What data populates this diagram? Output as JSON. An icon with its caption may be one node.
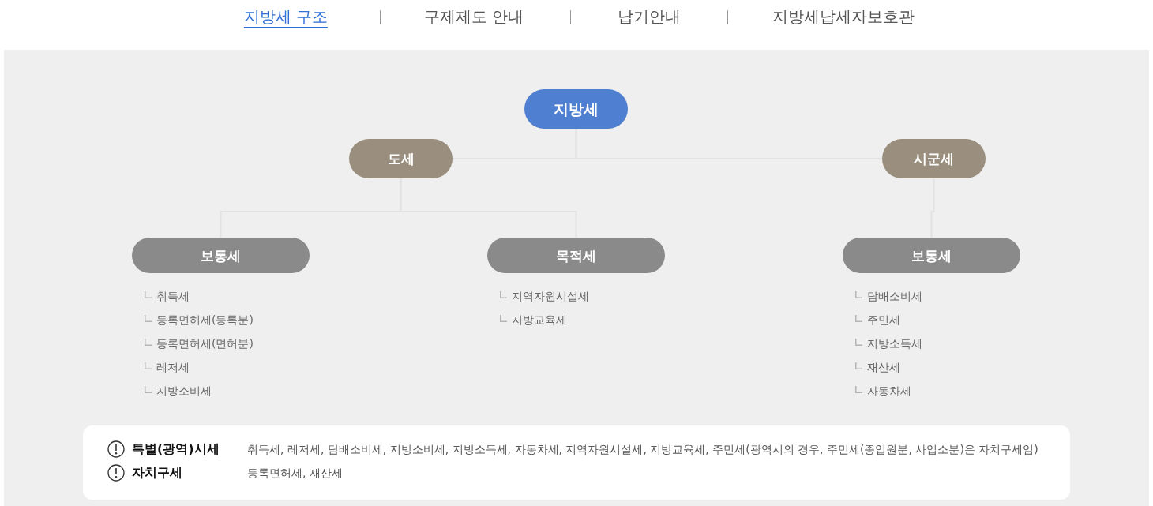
{
  "diagram": {
    "nodes": [
      {
        "text": [
          "지방세"
        ]
      },
      {
        "text": [
          "도세"
        ]
      },
      {
        "text": [
          "시군세"
        ]
      },
      {
        "text": [
          "보통세"
        ],
        "beside": [
          "취득세",
          "등록면허세(등록분)",
          "등록면허세(면허분)",
          "레저세",
          "지방소비세"
        ]
      },
      {
        "text": [
          "목적세"
        ],
        "beside": [
          "지역자원시설세",
          "지방교육세"
        ]
      },
      {
        "text": [
          "보통세"
        ],
        "beside": [
          "담배소비세",
          "주민세",
          "지방소득세",
          "재산세",
          "자동차세"
        ]
      },
      {
        "text": [
          "특별(광역)시세",
          "취득세, 레저세, 담배소비세, 지방소비세, 지방소득세, 자동차세, 지역자원시설세, 지방교육세, 주민세(광역시의 경우, 주민세(종업원분, 사업소분)은 자치구세임)",
          "자치구세",
          "등록면허세, 재산세"
        ]
      }
    ],
    "edges": [
      {
        "from": 0,
        "to": 1,
        "arrow": "none"
      },
      {
        "from": 0,
        "to": 2,
        "arrow": "none"
      },
      {
        "from": 1,
        "to": 3,
        "arrow": "none"
      },
      {
        "from": 1,
        "to": 4,
        "arrow": "none"
      },
      {
        "from": 2,
        "to": 5,
        "arrow": "none"
      }
    ],
    "labels": [
      "지방세 구조",
      "구제제도 안내",
      "납기안내",
      "지방세납세자보호관"
    ]
  }
}
